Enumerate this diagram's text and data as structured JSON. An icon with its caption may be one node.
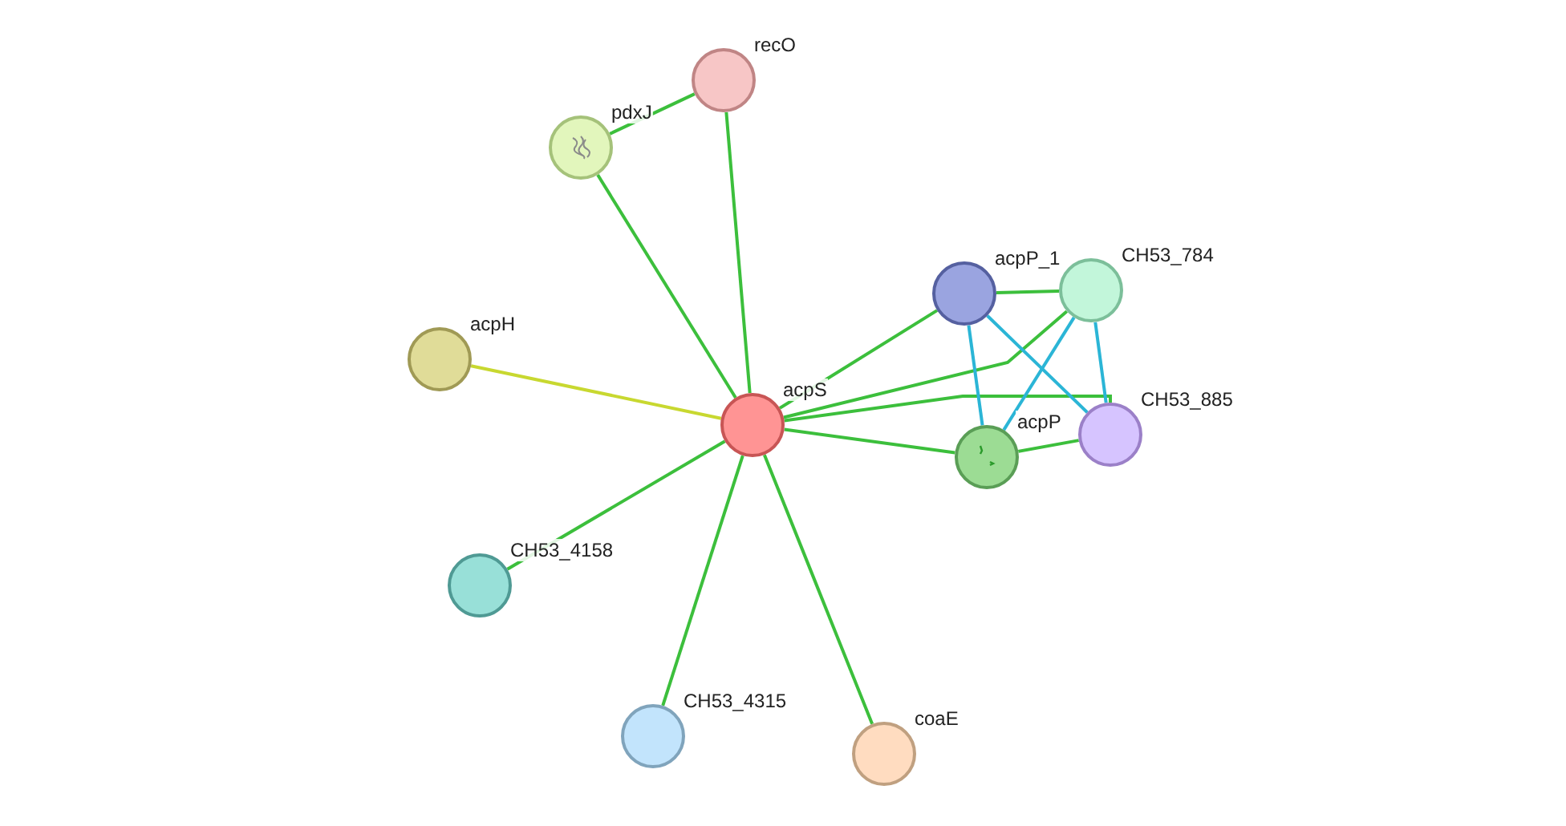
{
  "diagram": {
    "nodes": [
      {
        "text": [
          "recO"
        ]
      },
      {
        "text": [
          "pdxJ"
        ]
      },
      {
        "text": [
          "acpH"
        ]
      },
      {
        "text": [
          "acpS"
        ]
      },
      {
        "text": [
          "acpP_1"
        ]
      },
      {
        "text": [
          "CH53_784"
        ]
      },
      {
        "text": [
          "CH53_885"
        ]
      },
      {
        "text": [
          "acpP"
        ]
      },
      {
        "text": [
          "CH53_4158"
        ]
      },
      {
        "text": [
          "CH53_4315"
        ]
      },
      {
        "text": [
          "coaE"
        ]
      }
    ],
    "edges": [
      {
        "from": 0,
        "to": 1,
        "arrow": "none"
      },
      {
        "from": 0,
        "to": 3,
        "arrow": "none"
      },
      {
        "from": 1,
        "to": 3,
        "arrow": "none"
      },
      {
        "from": 2,
        "to": 3,
        "arrow": "none",
        "color": "#c8d830"
      },
      {
        "from": 3,
        "to": 4,
        "arrow": "none"
      },
      {
        "from": 3,
        "to": 5,
        "arrow": "none"
      },
      {
        "from": 3,
        "to": 7,
        "arrow": "none"
      },
      {
        "from": 3,
        "to": 6,
        "arrow": "none"
      },
      {
        "from": 3,
        "to": 8,
        "arrow": "none"
      },
      {
        "from": 3,
        "to": 9,
        "arrow": "none"
      },
      {
        "from": 3,
        "to": 10,
        "arrow": "none"
      },
      {
        "from": 4,
        "to": 5,
        "arrow": "none"
      },
      {
        "from": 4,
        "to": 7,
        "arrow": "none",
        "color": "#2bb5d6"
      },
      {
        "from": 4,
        "to": 6,
        "arrow": "none",
        "color": "#2bb5d6"
      },
      {
        "from": 5,
        "to": 7,
        "arrow": "none",
        "color": "#2bb5d6"
      },
      {
        "from": 5,
        "to": 6,
        "arrow": "none",
        "color": "#2bb5d6"
      },
      {
        "from": 7,
        "to": 6,
        "arrow": "none"
      }
    ]
  }
}
